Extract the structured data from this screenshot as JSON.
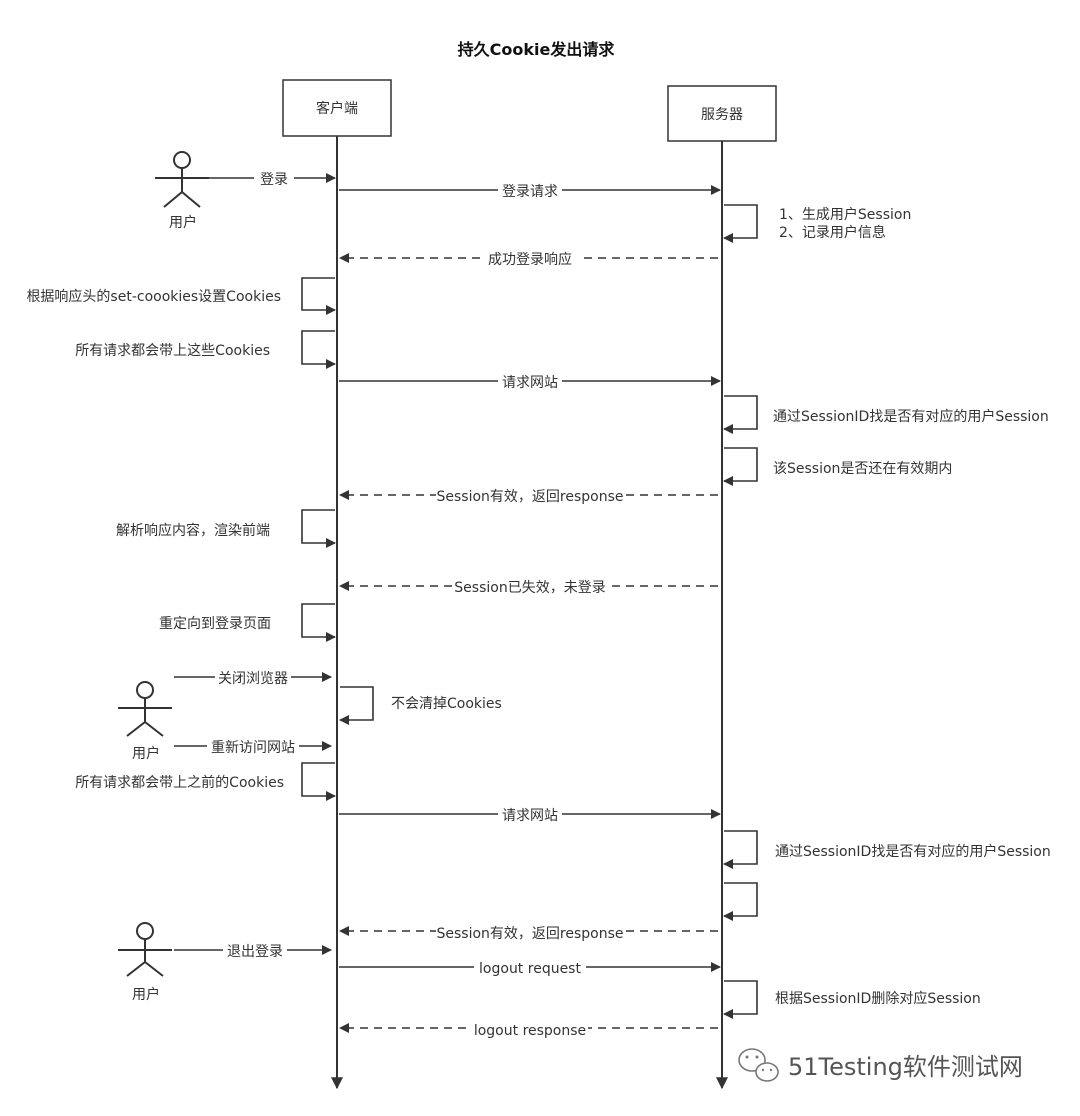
{
  "title": "持久Cookie发出请求",
  "participants": {
    "client": "客户端",
    "server": "服务器"
  },
  "actors": {
    "user_1": "用户",
    "user_2": "用户",
    "user_3": "用户"
  },
  "messages": {
    "login": "登录",
    "login_request": "登录请求",
    "success_login_response": "成功登录响应",
    "request_site_1": "请求网站",
    "session_valid_1": "Session有效，返回response",
    "session_expired": "Session已失效，未登录",
    "close_browser": "关闭浏览器",
    "revisit_site": "重新访问网站",
    "request_site_2": "请求网站",
    "session_valid_2": "Session有效，返回response",
    "logout": "退出登录",
    "logout_request": "logout request",
    "logout_response": "logout response"
  },
  "notes": {
    "server_gen_session": "1、生成用户Session",
    "server_record_info": "2、记录用户信息",
    "client_set_cookies": "根据响应头的set-coookies设置Cookies",
    "client_all_requests_cookies": "所有请求都会带上这些Cookies",
    "server_find_session_1": "通过SessionID找是否有对应的用户Session",
    "server_session_period": "该Session是否还在有效期内",
    "client_parse_render": "解析响应内容，渲染前端",
    "client_redirect_login": "重定向到登录页面",
    "client_not_clear_cookies": "不会清掉Cookies",
    "client_all_requests_prev_cookies": "所有请求都会带上之前的Cookies",
    "server_find_session_2": "通过SessionID找是否有对应的用户Session",
    "server_delete_session": "根据SessionID删除对应Session"
  },
  "watermark": "51Testing软件测试网",
  "colors": {
    "line": "#333333",
    "text": "#333333"
  }
}
